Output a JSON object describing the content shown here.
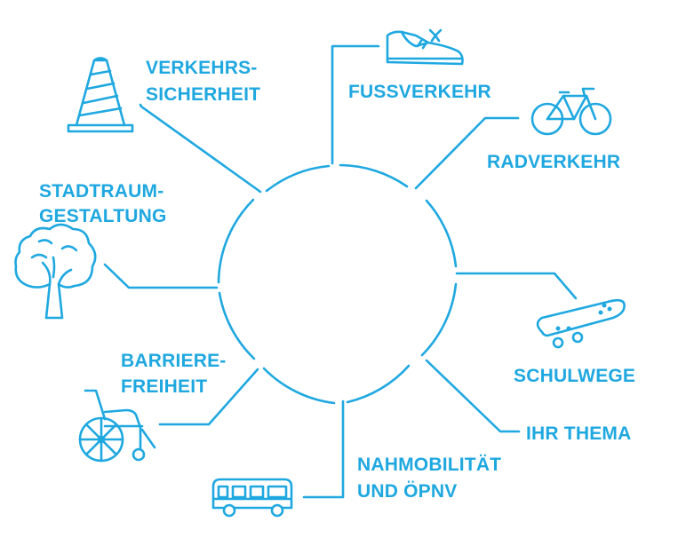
{
  "colors": {
    "accent": "#1fa8e0",
    "background": "#ffffff"
  },
  "topics": [
    {
      "id": "verkehrssicherheit",
      "lines": [
        "VERKEHRS-",
        "SICHERHEIT"
      ],
      "icon": "traffic-cone-icon"
    },
    {
      "id": "fussverkehr",
      "lines": [
        "FUSSVERKEHR"
      ],
      "icon": "sneaker-icon"
    },
    {
      "id": "radverkehr",
      "lines": [
        "RADVERKEHR"
      ],
      "icon": "bicycle-icon"
    },
    {
      "id": "stadtraumgestaltung",
      "lines": [
        "STADTRAUM-",
        "GESTALTUNG"
      ],
      "icon": "tree-icon"
    },
    {
      "id": "schulwege",
      "lines": [
        "SCHULWEGE"
      ],
      "icon": "skateboard-icon"
    },
    {
      "id": "barrierefreiheit",
      "lines": [
        "BARRIERE-",
        "FREIHEIT"
      ],
      "icon": "wheelchair-icon"
    },
    {
      "id": "ihr-thema",
      "lines": [
        "IHR THEMA"
      ],
      "icon": ""
    },
    {
      "id": "nahmobilitaet",
      "lines": [
        "NAHMOBILITÄT",
        "UND ÖPNV"
      ],
      "icon": "bus-icon"
    }
  ]
}
